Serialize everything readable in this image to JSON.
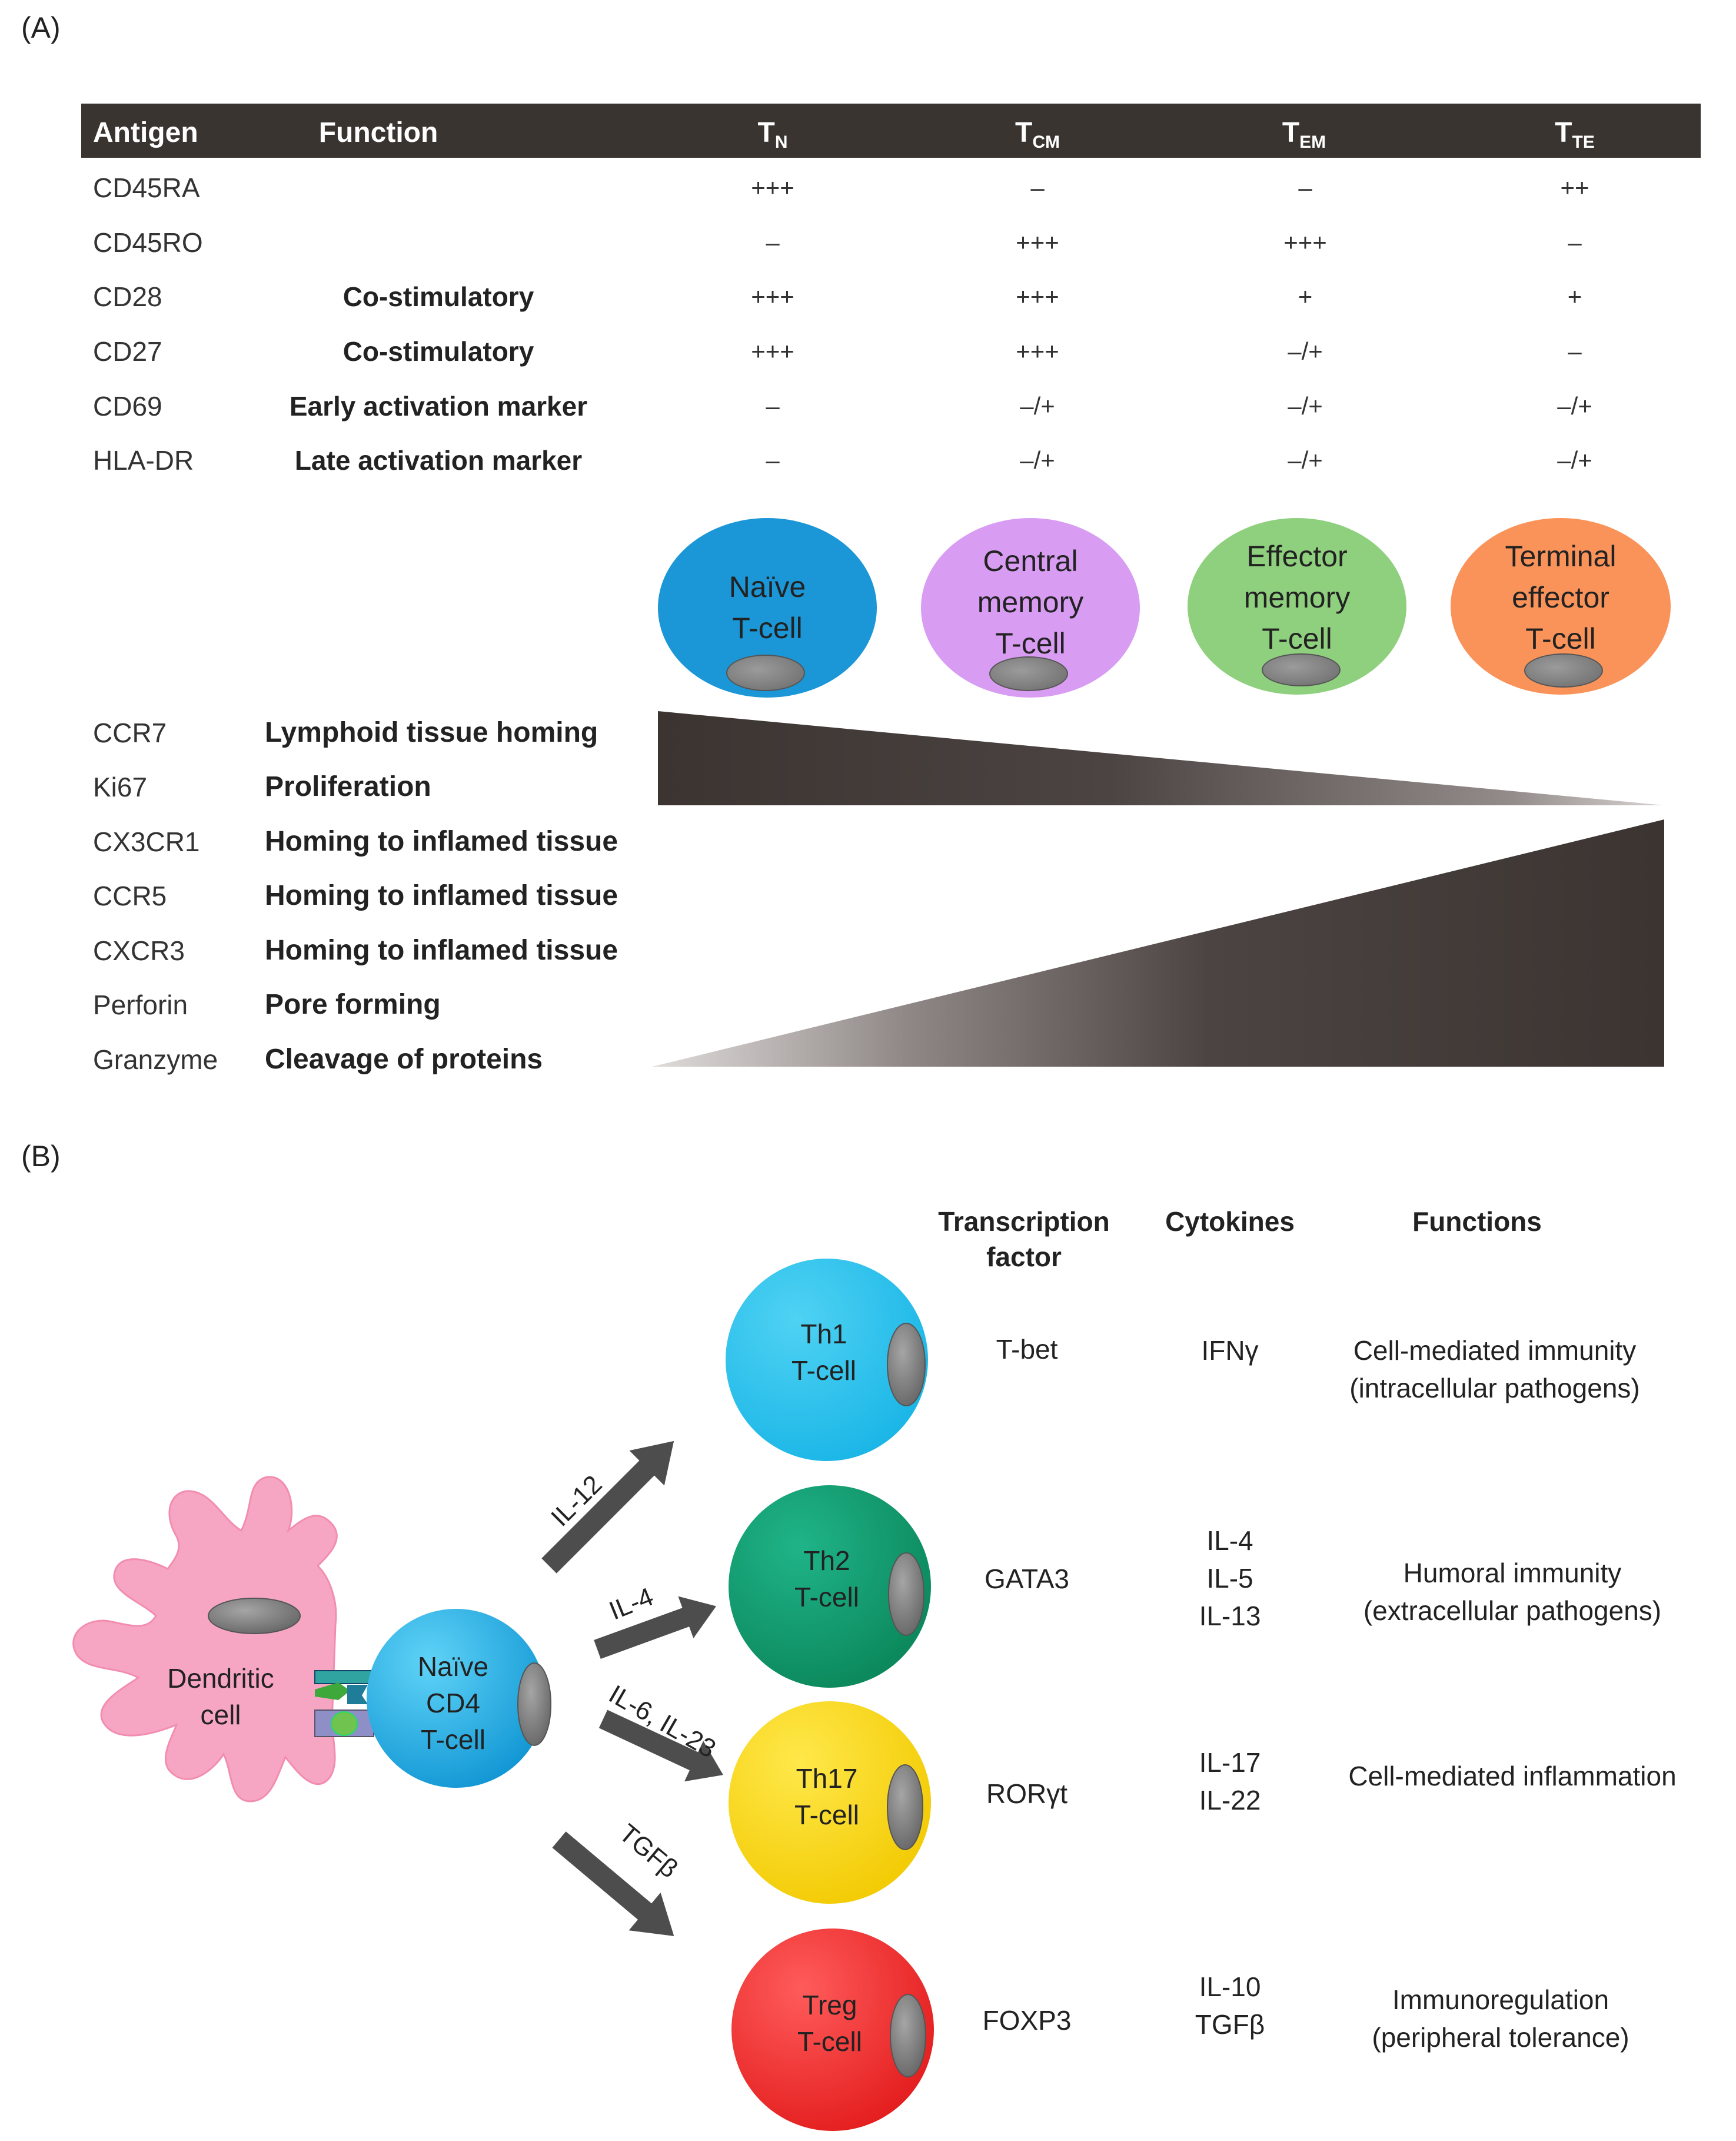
{
  "panel_a": {
    "label": "(A)",
    "table": {
      "headers": {
        "antigen": "Antigen",
        "function": "Function",
        "tn": "T",
        "tn_sub": "N",
        "tcm": "T",
        "tcm_sub": "CM",
        "tem": "T",
        "tem_sub": "EM",
        "tte": "T",
        "tte_sub": "TE"
      },
      "rows": [
        {
          "antigen": "CD45RA",
          "function": "",
          "tn": "+++",
          "tcm": "–",
          "tem": "–",
          "tte": "++"
        },
        {
          "antigen": "CD45RO",
          "function": "",
          "tn": "–",
          "tcm": "+++",
          "tem": "+++",
          "tte": "–"
        },
        {
          "antigen": "CD28",
          "function": "Co-stimulatory",
          "tn": "+++",
          "tcm": "+++",
          "tem": "+",
          "tte": "+"
        },
        {
          "antigen": "CD27",
          "function": "Co-stimulatory",
          "tn": "+++",
          "tcm": "+++",
          "tem": "–/+",
          "tte": "–"
        },
        {
          "antigen": "CD69",
          "function": "Early activation marker",
          "tn": "–",
          "tcm": "–/+",
          "tem": "–/+",
          "tte": "–/+"
        },
        {
          "antigen": "HLA-DR",
          "function": "Late activation marker",
          "tn": "–",
          "tcm": "–/+",
          "tem": "–/+",
          "tte": "–/+"
        }
      ]
    },
    "cells": [
      {
        "line1": "Naïve",
        "line2": "T-cell",
        "line3": "",
        "color": "#1b96d6"
      },
      {
        "line1": "Central",
        "line2": "memory",
        "line3": "T-cell",
        "color": "#d89df2"
      },
      {
        "line1": "Effector",
        "line2": "memory",
        "line3": "T-cell",
        "color": "#8fd07e"
      },
      {
        "line1": "Terminal",
        "line2": "effector",
        "line3": "T-cell",
        "color": "#f9935a"
      }
    ],
    "gradient_rows": [
      {
        "marker": "CCR7",
        "function": "Lymphoid tissue homing"
      },
      {
        "marker": "Ki67",
        "function": "Proliferation"
      },
      {
        "marker": "CX3CR1",
        "function": "Homing to inflamed tissue"
      },
      {
        "marker": "CCR5",
        "function": "Homing to inflamed tissue"
      },
      {
        "marker": "CXCR3",
        "function": "Homing to inflamed tissue"
      },
      {
        "marker": "Perforin",
        "function": "Pore forming"
      },
      {
        "marker": "Granzyme",
        "function": "Cleavage of proteins"
      }
    ]
  },
  "panel_b": {
    "label": "(B)",
    "headers": {
      "tf_line1": "Transcription",
      "tf_line2": "factor",
      "cytokines": "Cytokines",
      "functions": "Functions"
    },
    "dendritic": {
      "line1": "Dendritic",
      "line2": "cell"
    },
    "naive": {
      "line1": "Naïve",
      "line2": "CD4",
      "line3": "T-cell"
    },
    "subsets": [
      {
        "line1": "Th1",
        "line2": "T-cell",
        "arrow_label": "IL-12",
        "tf": "T-bet",
        "cytokines": [
          "IFNγ"
        ],
        "function_line1": "Cell-mediated immunity",
        "function_line2": "(intracellular pathogens)",
        "color": "#1fc0ec"
      },
      {
        "line1": "Th2",
        "line2": "T-cell",
        "arrow_label": "IL-4",
        "tf": "GATA3",
        "cytokines": [
          "IL-4",
          "IL-5",
          "IL-13"
        ],
        "function_line1": "Humoral immunity",
        "function_line2": "(extracellular pathogens)",
        "color": "#129a6e"
      },
      {
        "line1": "Th17",
        "line2": "T-cell",
        "arrow_label": "IL-6, IL-23",
        "tf": "RORγt",
        "cytokines": [
          "IL-17",
          "IL-22"
        ],
        "function_line1": "Cell-mediated inflammation",
        "function_line2": "",
        "color": "#f5d800"
      },
      {
        "line1": "Treg",
        "line2": "T-cell",
        "arrow_label": "TGFβ",
        "tf": "FOXP3",
        "cytokines": [
          "IL-10",
          "TGFβ"
        ],
        "function_line1": "Immunoregulation",
        "function_line2": "(peripheral tolerance)",
        "color": "#ee2b2b"
      }
    ]
  }
}
